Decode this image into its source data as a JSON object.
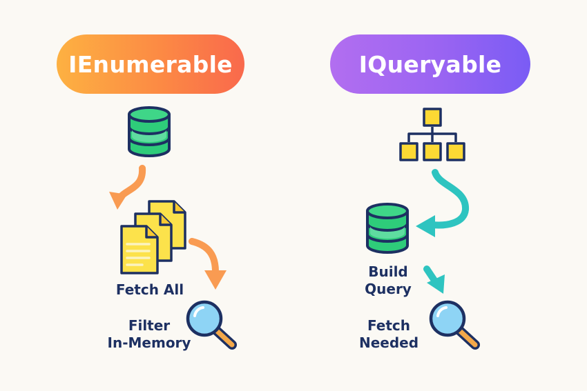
{
  "left": {
    "title": "IEnumerable",
    "step1": "Fetch All",
    "step2_line1": "Filter",
    "step2_line2": "In-Memory"
  },
  "right": {
    "title": "IQueryable",
    "step1_line1": "Build",
    "step1_line2": "Query",
    "step2_line1": "Fetch",
    "step2_line2": "Needed"
  },
  "colors": {
    "left_gradient": [
      "#fdb142",
      "#f9694c"
    ],
    "right_gradient": [
      "#b26ef0",
      "#7a5cf4"
    ],
    "database": "#2ecc7a",
    "documents": "#fce24b",
    "hierarchy": "#fcd934",
    "arrow_orange": "#f99b52",
    "arrow_teal": "#2ec4c0",
    "magnifier_lens": "#8ed4f5",
    "magnifier_handle": "#f3a84a",
    "outline": "#1d3062",
    "label_text": "#1d3062"
  },
  "icons": [
    "database-icon",
    "documents-icon",
    "magnifier-icon",
    "hierarchy-icon",
    "curved-arrow-icon"
  ]
}
